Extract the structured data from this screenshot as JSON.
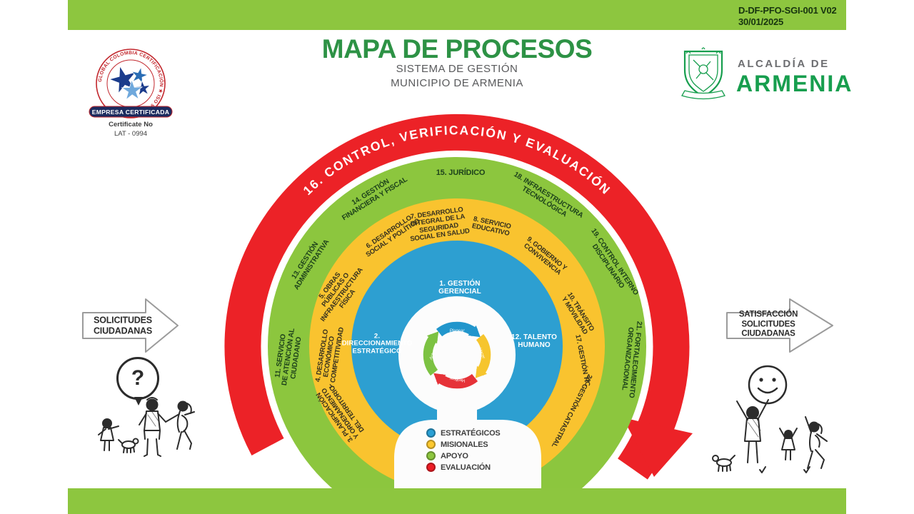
{
  "header": {
    "doc_code": "D-DF-PFO-SGI-001 V02",
    "doc_date": "30/01/2025",
    "title": "MAPA DE PROCESOS",
    "subtitle_line1": "SISTEMA DE GESTIÓN",
    "subtitle_line2": "MUNICIPIO DE ARMENIA"
  },
  "cert_badge": {
    "ring_text": "GLOBAL COLOMBIA CERTIFICACIÓN ★ ISO 9001:2015",
    "banner": "EMPRESA CERTIFICADA",
    "cert_label": "Certificate No",
    "cert_number": "LAT - 0994"
  },
  "city_logo": {
    "line1": "ALCALDÍA DE",
    "line2": "ARMENIA"
  },
  "flows": {
    "input": "SOLICITUDES\nCIUDADANAS",
    "output": "SATISFACCIÓN\nSOLICITUDES\nCIUDADANAS",
    "question": "?"
  },
  "diagram": {
    "evaluation_ring": "16. CONTROL, VERIFICACIÓN Y EVALUACIÓN",
    "strategic": [
      "1. GESTIÓN\nGERENCIAL",
      "2.\nDIRECCIONAMIENTO\nESTRATÉGICO",
      "12. TALENTO\nHUMANO"
    ],
    "support": [
      "11. SERVICIO\nDE ATENCIÓN AL\nCIUDADANO",
      "13. GESTIÓN\nADMINISTRATIVA",
      "14. GESTIÓN\nFINANCIERA Y FISCAL",
      "15. JURÍDICO",
      "18. INFRAESTRUCTURA\nTECNOLÓGICA",
      "19. CONTROL INTERNO\nDISCIPLINARIO",
      "21. FORTALECIMIENTO\nORGANIZACIONAL"
    ],
    "missional": [
      "3. PLANIFICACIÓN\nY ORDENAMIENTO\nDEL TERRITORIO",
      "4. DESARROLLO\nECONÓMICO\nY COMPETITIVIDAD",
      "5. OBRAS\nPÚBLICAS O\nINFRAESTRUCTURA\nFÍSICA",
      "6. DESARROLLO\nSOCIAL Y POLÍTICO",
      "7. DESARROLLO\nINTEGRAL DE LA\nSEGURIDAD\nSOCIAL EN SALUD",
      "8. SERVICIO\nEDUCATIVO",
      "9. GOBIERNO Y\nCONVIVENCIA",
      "10. TRÁNSITO\nY MOVILIDAD",
      "17. GESTIÓN TIC",
      "20. GESTIÓN CATASTRAL"
    ],
    "pdca": {
      "plan": "Planear",
      "do": "Hacer",
      "check": "Verificar",
      "act": "Actuar"
    }
  },
  "legend": {
    "items": [
      {
        "label": "ESTRATÉGICOS",
        "color": "#2aa0d5"
      },
      {
        "label": "MISIONALES",
        "color": "#fdc82e"
      },
      {
        "label": "APOYO",
        "color": "#8dc63f"
      },
      {
        "label": "EVALUACIÓN",
        "color": "#ed1c24"
      }
    ]
  },
  "colors": {
    "bar_green": "#8dc63f",
    "ring_support_green": "#8cc63e",
    "ring_missional_yellow": "#f9c32f",
    "core_strategic_blue": "#2d9fd1",
    "ring_evaluation_red": "#ec2227",
    "title_green": "#2d9245",
    "brand_green": "#179e4e"
  }
}
